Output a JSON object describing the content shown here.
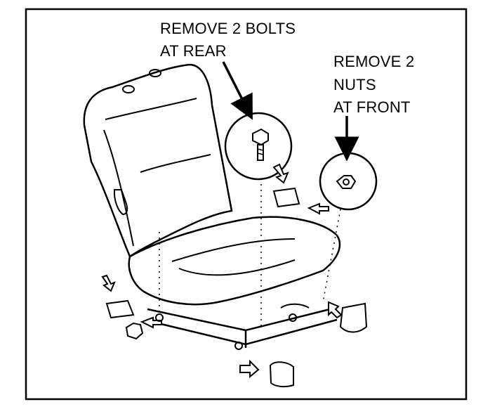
{
  "labels": {
    "rear_line1": "REMOVE 2 BOLTS",
    "rear_line2": "AT REAR",
    "front_line1": "REMOVE 2",
    "front_line2": "NUTS",
    "front_line3": "AT FRONT"
  },
  "colors": {
    "ink": "#000000",
    "paper": "#ffffff"
  }
}
